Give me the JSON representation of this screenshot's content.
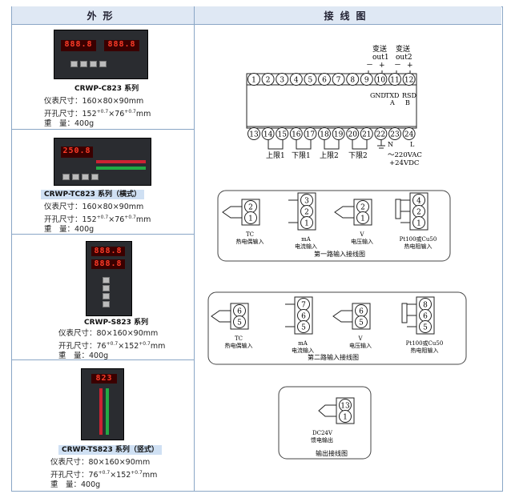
{
  "header": {
    "left": "外形",
    "right": "接线图"
  },
  "devices": [
    {
      "model": "CRWP-C823 系列",
      "size_label": "仪表尺寸：",
      "size": "160×80×90mm",
      "cut_label": "开孔尺寸：",
      "cut": "152",
      "cut_sup1": "+0.7",
      "cut_mid": "×76",
      "cut_sup2": "+0.7",
      "cut_unit": "mm",
      "weight_label": "重　量：",
      "weight": "400g",
      "display1": "888.8",
      "display2": "888.8"
    },
    {
      "model": "CRWP-TC823 系列（横式）",
      "size_label": "仪表尺寸：",
      "size": "160×80×90mm",
      "cut_label": "开孔尺寸：",
      "cut": "152",
      "cut_sup1": "+0.7",
      "cut_mid": "×76",
      "cut_sup2": "+0.7",
      "cut_unit": "mm",
      "weight_label": "重　量：",
      "weight": "400g",
      "display1": "250.8",
      "display2": ""
    },
    {
      "model": "CRWP-S823 系列",
      "size_label": "仪表尺寸：",
      "size": "80×160×90mm",
      "cut_label": "开孔尺寸：",
      "cut": "76",
      "cut_sup1": "+0.7",
      "cut_mid": "×152",
      "cut_sup2": "+0.7",
      "cut_unit": "mm",
      "weight_label": "重　量：",
      "weight": "400g",
      "display1": "888.8",
      "display2": "888.8"
    },
    {
      "model": "CRWP-TS823 系列（竖式）",
      "size_label": "仪表尺寸：",
      "size": "80×160×90mm",
      "cut_label": "开孔尺寸：",
      "cut": "76",
      "cut_sup1": "+0.7",
      "cut_mid": "×152",
      "cut_sup2": "+0.7",
      "cut_unit": "mm",
      "weight_label": "重　量：",
      "weight": "400g",
      "display1": "823",
      "display2": ""
    }
  ],
  "wiring": {
    "top_labels": {
      "out1": "变送",
      "out1b": "out1",
      "out2": "变送",
      "out2b": "out2",
      "minus": "－",
      "plus": "+"
    },
    "top_terminals": [
      "1",
      "2",
      "3",
      "4",
      "5",
      "6",
      "7",
      "8",
      "9",
      "10",
      "11",
      "12"
    ],
    "bottom_terminals": [
      "13",
      "14",
      "15",
      "16",
      "17",
      "18",
      "19",
      "20",
      "21",
      "22",
      "23",
      "24"
    ],
    "gnd": "GND",
    "txd": "TXD",
    "rsd": "RSD",
    "a": "A",
    "b": "B",
    "limits": [
      "上限1",
      "下限1",
      "上限2",
      "下限2"
    ],
    "n": "N",
    "l": "L",
    "power": "～220VAC",
    "power2": "+24VDC",
    "box1": {
      "title": "第一路输入接线图",
      "labels": [
        "TC\n热电偶输入",
        "mA\n电流输入",
        "V\n电压输入",
        "Pt100或Cu50\n热电阻输入"
      ]
    },
    "box2": {
      "title": "第二路输入接线图",
      "labels": [
        "TC\n热电偶输入",
        "mA\n电流输入",
        "V\n电压输入",
        "Pt100或Cu50\n热电阻输入"
      ]
    },
    "box3": {
      "title": "输出接线图",
      "label1": "DC24V",
      "label2": "馈电输出"
    }
  }
}
